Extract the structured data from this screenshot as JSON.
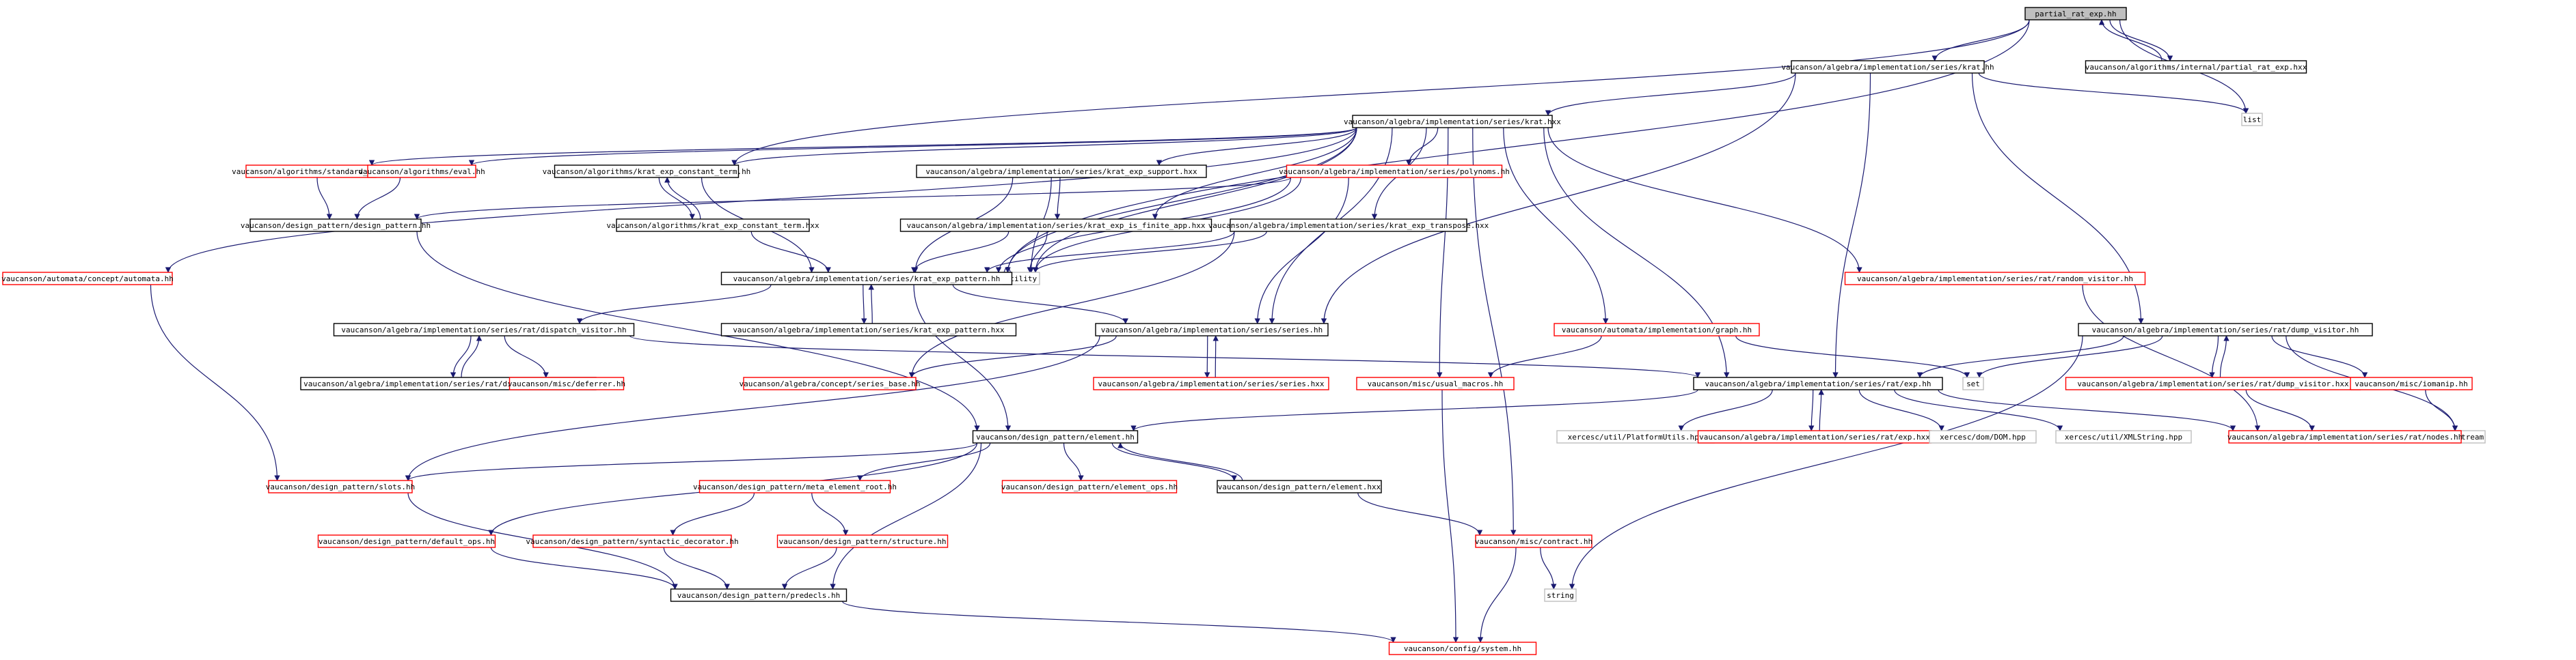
{
  "colors": {
    "edge": "#191970",
    "documented_border": "#000000",
    "undocumented_border": "#ff0000",
    "external_border": "#bfbfbf",
    "root_fill": "#bfbfbf",
    "node_fill": "#ffffff"
  },
  "nodes": [
    {
      "id": "partial_rat_exp_hh",
      "label": "partial_rat_exp.hh",
      "kind": "root"
    },
    {
      "id": "series_krat_hh",
      "label": "vaucanson/algebra/implementation/series/krat.hh",
      "kind": "documented"
    },
    {
      "id": "internal_partial_rat_exp_hxx",
      "label": "vaucanson/algorithms/internal/partial_rat_exp.hxx",
      "kind": "documented"
    },
    {
      "id": "list",
      "label": "list",
      "kind": "external"
    },
    {
      "id": "series_krat_hxx",
      "label": "vaucanson/algebra/implementation/series/krat.hxx",
      "kind": "documented"
    },
    {
      "id": "standard_of_hh",
      "label": "vaucanson/algorithms/standard_of.hh",
      "kind": "undocumented"
    },
    {
      "id": "eval_hh",
      "label": "vaucanson/algorithms/eval.hh",
      "kind": "undocumented"
    },
    {
      "id": "krat_exp_constant_term_hh",
      "label": "vaucanson/algorithms/krat_exp_constant_term.hh",
      "kind": "documented"
    },
    {
      "id": "krat_exp_support_hxx",
      "label": "vaucanson/algebra/implementation/series/krat_exp_support.hxx",
      "kind": "documented"
    },
    {
      "id": "series_polynoms_hh",
      "label": "vaucanson/algebra/implementation/series/polynoms.hh",
      "kind": "undocumented"
    },
    {
      "id": "design_pattern_hh",
      "label": "vaucanson/design_pattern/design_pattern.hh",
      "kind": "documented"
    },
    {
      "id": "krat_exp_constant_term_hxx",
      "label": "vaucanson/algorithms/krat_exp_constant_term.hxx",
      "kind": "documented"
    },
    {
      "id": "krat_exp_is_finite_app_hxx",
      "label": "vaucanson/algebra/implementation/series/krat_exp_is_finite_app.hxx",
      "kind": "documented"
    },
    {
      "id": "krat_exp_transpose_hxx",
      "label": "vaucanson/algebra/implementation/series/krat_exp_transpose.hxx",
      "kind": "documented"
    },
    {
      "id": "utility",
      "label": "utility",
      "kind": "external"
    },
    {
      "id": "concept_automata_hh",
      "label": "vaucanson/automata/concept/automata.hh",
      "kind": "undocumented"
    },
    {
      "id": "krat_exp_pattern_hh",
      "label": "vaucanson/algebra/implementation/series/krat_exp_pattern.hh",
      "kind": "documented"
    },
    {
      "id": "random_visitor_hh",
      "label": "vaucanson/algebra/implementation/series/rat/random_visitor.hh",
      "kind": "undocumented"
    },
    {
      "id": "dispatch_visitor_hh",
      "label": "vaucanson/algebra/implementation/series/rat/dispatch_visitor.hh",
      "kind": "documented"
    },
    {
      "id": "krat_exp_pattern_hxx",
      "label": "vaucanson/algebra/implementation/series/krat_exp_pattern.hxx",
      "kind": "documented"
    },
    {
      "id": "series_series_hh",
      "label": "vaucanson/algebra/implementation/series/series.hh",
      "kind": "documented"
    },
    {
      "id": "graph_hh",
      "label": "vaucanson/automata/implementation/graph.hh",
      "kind": "undocumented"
    },
    {
      "id": "dump_visitor_hh",
      "label": "vaucanson/algebra/implementation/series/rat/dump_visitor.hh",
      "kind": "documented"
    },
    {
      "id": "dispatch_visitor_hxx",
      "label": "vaucanson/algebra/implementation/series/rat/dispatch_visitor.hxx",
      "kind": "documented"
    },
    {
      "id": "deferrer_hh",
      "label": "vaucanson/misc/deferrer.hh",
      "kind": "undocumented"
    },
    {
      "id": "series_base_hh",
      "label": "vaucanson/algebra/concept/series_base.hh",
      "kind": "undocumented"
    },
    {
      "id": "series_series_hxx",
      "label": "vaucanson/algebra/implementation/series/series.hxx",
      "kind": "undocumented"
    },
    {
      "id": "usual_macros_hh",
      "label": "vaucanson/misc/usual_macros.hh",
      "kind": "undocumented"
    },
    {
      "id": "set",
      "label": "set",
      "kind": "external"
    },
    {
      "id": "rat_exp_hh",
      "label": "vaucanson/algebra/implementation/series/rat/exp.hh",
      "kind": "documented"
    },
    {
      "id": "dump_visitor_hxx",
      "label": "vaucanson/algebra/implementation/series/rat/dump_visitor.hxx",
      "kind": "undocumented"
    },
    {
      "id": "iomanip_hh",
      "label": "vaucanson/misc/iomanip.hh",
      "kind": "undocumented"
    },
    {
      "id": "ostream",
      "label": "ostream",
      "kind": "external"
    },
    {
      "id": "element_hh",
      "label": "vaucanson/design_pattern/element.hh",
      "kind": "documented"
    },
    {
      "id": "platform_utils_hpp",
      "label": "xercesc/util/PlatformUtils.hpp",
      "kind": "external"
    },
    {
      "id": "rat_exp_hxx",
      "label": "vaucanson/algebra/implementation/series/rat/exp.hxx",
      "kind": "undocumented"
    },
    {
      "id": "dom_hpp",
      "label": "xercesc/dom/DOM.hpp",
      "kind": "external"
    },
    {
      "id": "xmlstring_hpp",
      "label": "xercesc/util/XMLString.hpp",
      "kind": "external"
    },
    {
      "id": "nodes_hh",
      "label": "vaucanson/algebra/implementation/series/rat/nodes.hh",
      "kind": "undocumented"
    },
    {
      "id": "slots_hh",
      "label": "vaucanson/design_pattern/slots.hh",
      "kind": "undocumented"
    },
    {
      "id": "meta_element_root_hh",
      "label": "vaucanson/design_pattern/meta_element_root.hh",
      "kind": "undocumented"
    },
    {
      "id": "element_ops_hh",
      "label": "vaucanson/design_pattern/element_ops.hh",
      "kind": "undocumented"
    },
    {
      "id": "element_hxx",
      "label": "vaucanson/design_pattern/element.hxx",
      "kind": "documented"
    },
    {
      "id": "default_ops_hh",
      "label": "vaucanson/design_pattern/default_ops.hh",
      "kind": "undocumented"
    },
    {
      "id": "syntactic_decorator_hh",
      "label": "vaucanson/design_pattern/syntactic_decorator.hh",
      "kind": "undocumented"
    },
    {
      "id": "structure_hh",
      "label": "vaucanson/design_pattern/structure.hh",
      "kind": "undocumented"
    },
    {
      "id": "misc_contract_hh",
      "label": "vaucanson/misc/contract.hh",
      "kind": "undocumented"
    },
    {
      "id": "predecls_hh",
      "label": "vaucanson/design_pattern/predecls.hh",
      "kind": "documented"
    },
    {
      "id": "string",
      "label": "string",
      "kind": "external"
    },
    {
      "id": "config_system_hh",
      "label": "vaucanson/config/system.hh",
      "kind": "undocumented"
    }
  ],
  "edges": [
    [
      "partial_rat_exp_hh",
      "series_krat_hh"
    ],
    [
      "partial_rat_exp_hh",
      "internal_partial_rat_exp_hxx"
    ],
    [
      "internal_partial_rat_exp_hxx",
      "partial_rat_exp_hh"
    ],
    [
      "partial_rat_exp_hh",
      "list"
    ],
    [
      "partial_rat_exp_hh",
      "krat_exp_pattern_hh"
    ],
    [
      "partial_rat_exp_hh",
      "krat_exp_constant_term_hh"
    ],
    [
      "series_krat_hh",
      "series_krat_hxx"
    ],
    [
      "series_krat_hh",
      "list"
    ],
    [
      "series_krat_hh",
      "series_series_hh"
    ],
    [
      "series_krat_hh",
      "rat_exp_hh"
    ],
    [
      "series_krat_hh",
      "dump_visitor_hh"
    ],
    [
      "series_krat_hxx",
      "standard_of_hh"
    ],
    [
      "series_krat_hxx",
      "eval_hh"
    ],
    [
      "series_krat_hxx",
      "krat_exp_constant_term_hh"
    ],
    [
      "series_krat_hxx",
      "krat_exp_support_hxx"
    ],
    [
      "series_krat_hxx",
      "series_polynoms_hh"
    ],
    [
      "series_krat_hxx",
      "krat_exp_is_finite_app_hxx"
    ],
    [
      "series_krat_hxx",
      "krat_exp_transpose_hxx"
    ],
    [
      "series_krat_hxx",
      "utility"
    ],
    [
      "series_krat_hxx",
      "concept_automata_hh"
    ],
    [
      "series_krat_hxx",
      "random_visitor_hh"
    ],
    [
      "series_krat_hxx",
      "series_series_hh"
    ],
    [
      "series_krat_hxx",
      "graph_hh"
    ],
    [
      "series_krat_hxx",
      "usual_macros_hh"
    ],
    [
      "series_krat_hxx",
      "misc_contract_hh"
    ],
    [
      "series_krat_hxx",
      "rat_exp_hh"
    ],
    [
      "series_krat_hxx",
      "krat_exp_pattern_hh"
    ],
    [
      "standard_of_hh",
      "design_pattern_hh"
    ],
    [
      "eval_hh",
      "design_pattern_hh"
    ],
    [
      "krat_exp_constant_term_hh",
      "krat_exp_constant_term_hxx"
    ],
    [
      "krat_exp_constant_term_hxx",
      "krat_exp_constant_term_hh"
    ],
    [
      "krat_exp_constant_term_hh",
      "krat_exp_pattern_hh"
    ],
    [
      "krat_exp_constant_term_hxx",
      "krat_exp_pattern_hh"
    ],
    [
      "krat_exp_support_hxx",
      "krat_exp_is_finite_app_hxx"
    ],
    [
      "krat_exp_support_hxx",
      "utility"
    ],
    [
      "krat_exp_support_hxx",
      "krat_exp_pattern_hh"
    ],
    [
      "series_polynoms_hh",
      "design_pattern_hh"
    ],
    [
      "series_polynoms_hh",
      "utility"
    ],
    [
      "series_polynoms_hh",
      "series_series_hh"
    ],
    [
      "series_polynoms_hh",
      "krat_exp_pattern_hh"
    ],
    [
      "design_pattern_hh",
      "element_hh"
    ],
    [
      "krat_exp_is_finite_app_hxx",
      "krat_exp_pattern_hh"
    ],
    [
      "krat_exp_is_finite_app_hxx",
      "utility"
    ],
    [
      "krat_exp_transpose_hxx",
      "krat_exp_pattern_hh"
    ],
    [
      "krat_exp_transpose_hxx",
      "utility"
    ],
    [
      "krat_exp_transpose_hxx",
      "series_base_hh"
    ],
    [
      "concept_automata_hh",
      "slots_hh"
    ],
    [
      "krat_exp_pattern_hh",
      "krat_exp_pattern_hxx"
    ],
    [
      "krat_exp_pattern_hxx",
      "krat_exp_pattern_hh"
    ],
    [
      "krat_exp_pattern_hh",
      "dispatch_visitor_hh"
    ],
    [
      "krat_exp_pattern_hh",
      "series_series_hh"
    ],
    [
      "krat_exp_pattern_hh",
      "element_hh"
    ],
    [
      "krat_exp_pattern_hh",
      "utility"
    ],
    [
      "random_visitor_hh",
      "nodes_hh"
    ],
    [
      "dispatch_visitor_hh",
      "dispatch_visitor_hxx"
    ],
    [
      "dispatch_visitor_hxx",
      "dispatch_visitor_hh"
    ],
    [
      "dispatch_visitor_hh",
      "deferrer_hh"
    ],
    [
      "dispatch_visitor_hh",
      "rat_exp_hh"
    ],
    [
      "series_series_hh",
      "series_base_hh"
    ],
    [
      "series_series_hh",
      "series_series_hxx"
    ],
    [
      "series_series_hxx",
      "series_series_hh"
    ],
    [
      "series_series_hh",
      "slots_hh"
    ],
    [
      "graph_hh",
      "usual_macros_hh"
    ],
    [
      "graph_hh",
      "set"
    ],
    [
      "dump_visitor_hh",
      "rat_exp_hh"
    ],
    [
      "dump_visitor_hh",
      "dump_visitor_hxx"
    ],
    [
      "dump_visitor_hxx",
      "dump_visitor_hh"
    ],
    [
      "dump_visitor_hh",
      "iomanip_hh"
    ],
    [
      "dump_visitor_hh",
      "ostream"
    ],
    [
      "dump_visitor_hh",
      "set"
    ],
    [
      "dump_visitor_hh",
      "string"
    ],
    [
      "dump_visitor_hxx",
      "nodes_hh"
    ],
    [
      "iomanip_hh",
      "ostream"
    ],
    [
      "usual_macros_hh",
      "config_system_hh"
    ],
    [
      "rat_exp_hh",
      "element_hh"
    ],
    [
      "rat_exp_hh",
      "platform_utils_hpp"
    ],
    [
      "rat_exp_hh",
      "rat_exp_hxx"
    ],
    [
      "rat_exp_hxx",
      "rat_exp_hh"
    ],
    [
      "rat_exp_hh",
      "dom_hpp"
    ],
    [
      "rat_exp_hh",
      "xmlstring_hpp"
    ],
    [
      "rat_exp_hh",
      "nodes_hh"
    ],
    [
      "element_hh",
      "slots_hh"
    ],
    [
      "element_hh",
      "meta_element_root_hh"
    ],
    [
      "element_hh",
      "element_ops_hh"
    ],
    [
      "element_hh",
      "element_hxx"
    ],
    [
      "element_hxx",
      "element_hh"
    ],
    [
      "element_hh",
      "default_ops_hh"
    ],
    [
      "element_hh",
      "predecls_hh"
    ],
    [
      "slots_hh",
      "predecls_hh"
    ],
    [
      "meta_element_root_hh",
      "syntactic_decorator_hh"
    ],
    [
      "meta_element_root_hh",
      "structure_hh"
    ],
    [
      "default_ops_hh",
      "predecls_hh"
    ],
    [
      "syntactic_decorator_hh",
      "predecls_hh"
    ],
    [
      "structure_hh",
      "predecls_hh"
    ],
    [
      "element_hxx",
      "misc_contract_hh"
    ],
    [
      "misc_contract_hh",
      "string"
    ],
    [
      "misc_contract_hh",
      "config_system_hh"
    ],
    [
      "predecls_hh",
      "config_system_hh"
    ]
  ]
}
